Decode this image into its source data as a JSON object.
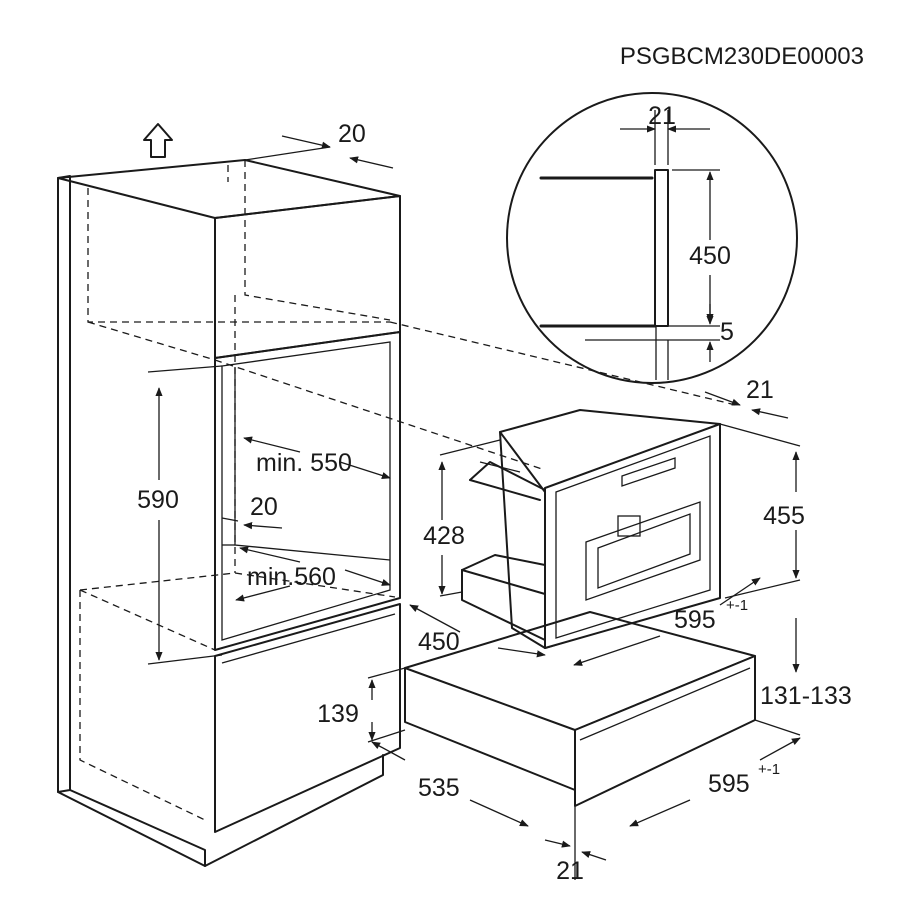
{
  "drawing_code": "PSGBCM230DE00003",
  "icons": {
    "up_arrow": "up-arrow-icon"
  },
  "dimensions": {
    "top_gap": "20",
    "niche_height": "590",
    "niche_width_min": "min. 550",
    "side_gap": "20",
    "niche_depth_min": "min.560",
    "machine_depth": "450",
    "machine_height": "428",
    "machine_front_height": "455",
    "machine_width": "595",
    "machine_width_tol": "+-1",
    "front_thickness": "21",
    "drawer_gap": "131-133",
    "drawer_height": "139",
    "drawer_depth": "535",
    "drawer_width": "595",
    "drawer_width_tol": "+-1",
    "drawer_front_thickness": "21"
  },
  "detail": {
    "panel_thickness": "21",
    "panel_height": "450",
    "gap": "5"
  }
}
